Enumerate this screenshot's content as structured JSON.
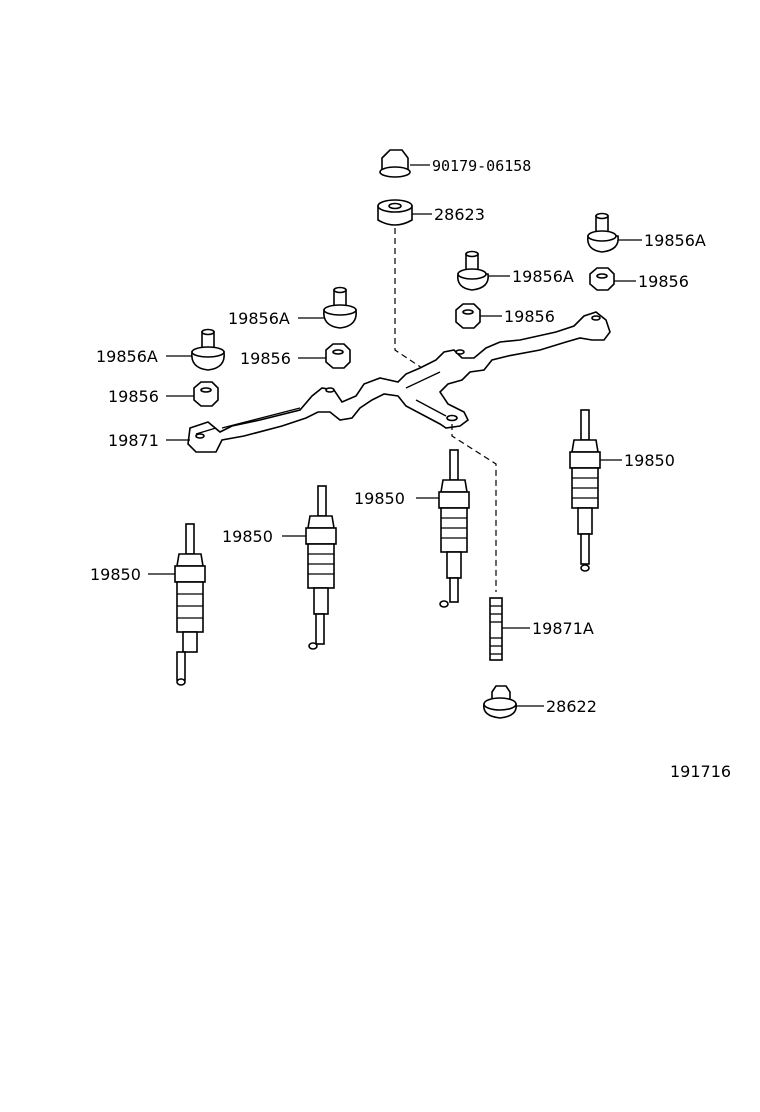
{
  "diagram": {
    "labels": {
      "washer_bolt": "90179-06158",
      "insulator_top": "28623",
      "bar_nut_a_right": "19856A",
      "bar_nut_a_mid": "19856A",
      "bar_nut_right": "19856",
      "bar_nut_mid": "19856",
      "bar_nut_a_left2": "19856A",
      "bar_nut_a_left": "19856A",
      "bar_nut_left2": "19856",
      "bar_nut_left": "19856",
      "connector_bar": "19871",
      "glow_plug_1": "19850",
      "glow_plug_2": "19850",
      "glow_plug_3": "19850",
      "glow_plug_4": "19850",
      "stud": "19871A",
      "insulator_bottom": "28622",
      "illustration_number": "191716"
    }
  }
}
